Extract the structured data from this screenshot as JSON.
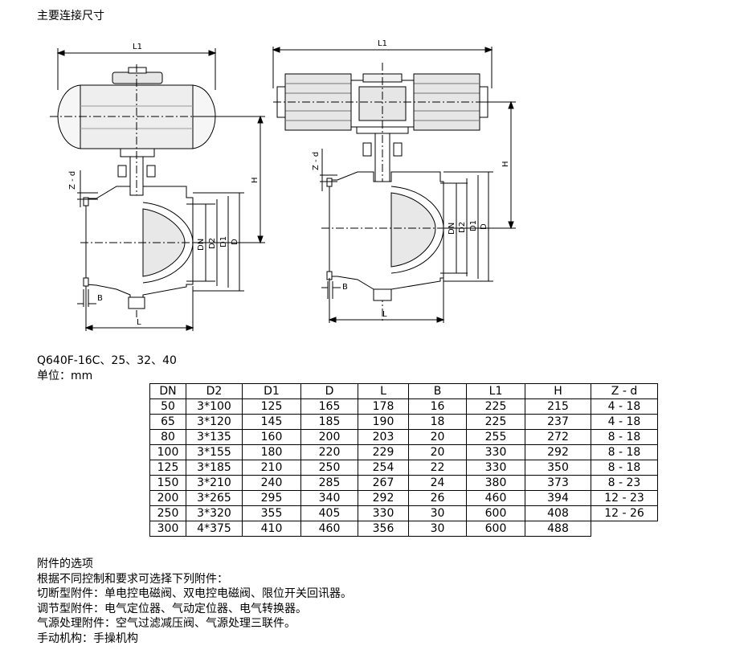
{
  "title": "主要连接尺寸",
  "drawing_labels": {
    "l1": "L1",
    "l": "L",
    "h": "H",
    "zd": "Z - d",
    "b": "B",
    "dn": "DN",
    "d2": "D2",
    "d1": "D1",
    "d": "D"
  },
  "model": "Q640F-16C、25、32、40",
  "unit": "单位：mm",
  "table": {
    "headers": [
      "DN",
      "D2",
      "D1",
      "D",
      "L",
      "B",
      "L1",
      "H",
      "Z - d"
    ],
    "rows": [
      [
        "50",
        "3*100",
        "125",
        "165",
        "178",
        "16",
        "225",
        "215",
        "4 - 18"
      ],
      [
        "65",
        "3*120",
        "145",
        "185",
        "190",
        "18",
        "225",
        "237",
        "4 - 18"
      ],
      [
        "80",
        "3*135",
        "160",
        "200",
        "203",
        "20",
        "255",
        "272",
        "8 - 18"
      ],
      [
        "100",
        "3*155",
        "180",
        "220",
        "229",
        "20",
        "330",
        "292",
        "8 - 18"
      ],
      [
        "125",
        "3*185",
        "210",
        "250",
        "254",
        "22",
        "330",
        "350",
        "8 - 18"
      ],
      [
        "150",
        "3*210",
        "240",
        "285",
        "267",
        "24",
        "380",
        "373",
        "8 - 23"
      ],
      [
        "200",
        "3*265",
        "295",
        "340",
        "292",
        "26",
        "460",
        "394",
        "12 - 23"
      ],
      [
        "250",
        "3*320",
        "355",
        "405",
        "330",
        "30",
        "600",
        "408",
        "12 - 26"
      ],
      [
        "300",
        "4*375",
        "410",
        "460",
        "356",
        "30",
        "600",
        "488",
        ""
      ]
    ]
  },
  "notes": [
    "附件的选项",
    "根据不同控制和要求可选择下列附件：",
    "切断型附件：单电控电磁阀、双电控电磁阀、限位开关回讯器。",
    "调节型附件：电气定位器、气动定位器、电气转换器。",
    "气源处理附件：空气过滤减压阀、气源处理三联件。",
    "手动机构：手操机构"
  ]
}
